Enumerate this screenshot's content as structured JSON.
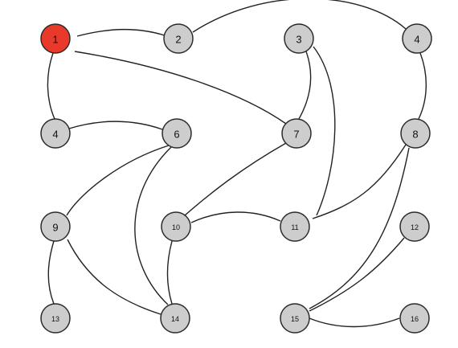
{
  "graph": {
    "colors": {
      "node_fill": "#cdcdcd",
      "highlight_fill": "#e8392b",
      "stroke": "#2b2b2b",
      "edge": "#222222"
    },
    "nodes": [
      {
        "id": "n1",
        "label": "1",
        "highlighted": true
      },
      {
        "id": "n2",
        "label": "2",
        "highlighted": false
      },
      {
        "id": "n3",
        "label": "3",
        "highlighted": false
      },
      {
        "id": "n4a",
        "label": "4",
        "highlighted": false
      },
      {
        "id": "n4b",
        "label": "4",
        "highlighted": false
      },
      {
        "id": "n6",
        "label": "6",
        "highlighted": false
      },
      {
        "id": "n7",
        "label": "7",
        "highlighted": false
      },
      {
        "id": "n8",
        "label": "8",
        "highlighted": false
      },
      {
        "id": "n9",
        "label": "9",
        "highlighted": false
      },
      {
        "id": "n10",
        "label": "10",
        "highlighted": false
      },
      {
        "id": "n11",
        "label": "11",
        "highlighted": false
      },
      {
        "id": "n12",
        "label": "12",
        "highlighted": false
      },
      {
        "id": "n13",
        "label": "13",
        "highlighted": false
      },
      {
        "id": "n14",
        "label": "14",
        "highlighted": false
      },
      {
        "id": "n15",
        "label": "15",
        "highlighted": false
      },
      {
        "id": "n16",
        "label": "16",
        "highlighted": false
      }
    ],
    "edges": [
      {
        "from": "n1",
        "to": "n2"
      },
      {
        "from": "n2",
        "to": "n4a"
      },
      {
        "from": "n1",
        "to": "n7"
      },
      {
        "from": "n1",
        "to": "n4b"
      },
      {
        "from": "n3",
        "to": "n7"
      },
      {
        "from": "n3",
        "to": "n11"
      },
      {
        "from": "n4a",
        "to": "n8"
      },
      {
        "from": "n4b",
        "to": "n6"
      },
      {
        "from": "n6",
        "to": "n9"
      },
      {
        "from": "n6",
        "to": "n14"
      },
      {
        "from": "n7",
        "to": "n10"
      },
      {
        "from": "n8",
        "to": "n11"
      },
      {
        "from": "n8",
        "to": "n15"
      },
      {
        "from": "n9",
        "to": "n13"
      },
      {
        "from": "n9",
        "to": "n14"
      },
      {
        "from": "n10",
        "to": "n11"
      },
      {
        "from": "n10",
        "to": "n14"
      },
      {
        "from": "n12",
        "to": "n15"
      },
      {
        "from": "n15",
        "to": "n16"
      }
    ]
  }
}
